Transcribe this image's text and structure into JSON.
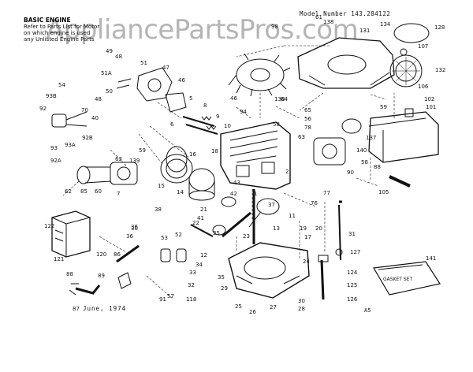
{
  "header": {
    "title": "BASIC ENGINE",
    "note_lines": [
      "Refer to Parts List for Motor",
      "on which engine is used",
      "any Unlisted Engine Parts"
    ],
    "model_number": "Model Number 143.284122",
    "watermark": "AppliancePartsPros.com"
  },
  "footer": {
    "date": "June, 1974",
    "code": "A5"
  },
  "gasket_set_label": "GASKET SET",
  "callouts": [
    {
      "label": "61"
    },
    {
      "label": "138"
    },
    {
      "label": "134"
    },
    {
      "label": "131"
    },
    {
      "label": "128"
    },
    {
      "label": "98"
    },
    {
      "label": "107"
    },
    {
      "label": "132"
    },
    {
      "label": "106"
    },
    {
      "label": "49"
    },
    {
      "label": "48"
    },
    {
      "label": "51"
    },
    {
      "label": "47"
    },
    {
      "label": "51A"
    },
    {
      "label": "50"
    },
    {
      "label": "46"
    },
    {
      "label": "54"
    },
    {
      "label": "93B"
    },
    {
      "label": "92"
    },
    {
      "label": "70"
    },
    {
      "label": "40"
    },
    {
      "label": "48"
    },
    {
      "label": "5"
    },
    {
      "label": "8"
    },
    {
      "label": "9"
    },
    {
      "label": "10"
    },
    {
      "label": "6"
    },
    {
      "label": "46"
    },
    {
      "label": "94"
    },
    {
      "label": "138"
    },
    {
      "label": "64"
    },
    {
      "label": "65"
    },
    {
      "label": "56"
    },
    {
      "label": "58"
    },
    {
      "label": "78"
    },
    {
      "label": "63"
    },
    {
      "label": "59"
    },
    {
      "label": "102"
    },
    {
      "label": "101"
    },
    {
      "label": "137"
    },
    {
      "label": "140"
    },
    {
      "label": "93"
    },
    {
      "label": "93A"
    },
    {
      "label": "92B"
    },
    {
      "label": "59"
    },
    {
      "label": "92A"
    },
    {
      "label": "139"
    },
    {
      "label": "18"
    },
    {
      "label": "16"
    },
    {
      "label": "58"
    },
    {
      "label": "90"
    },
    {
      "label": "88"
    },
    {
      "label": "105"
    },
    {
      "label": "62"
    },
    {
      "label": "85"
    },
    {
      "label": "60"
    },
    {
      "label": "63"
    },
    {
      "label": "7"
    },
    {
      "label": "15"
    },
    {
      "label": "14"
    },
    {
      "label": "2"
    },
    {
      "label": "43"
    },
    {
      "label": "42"
    },
    {
      "label": "1"
    },
    {
      "label": "77"
    },
    {
      "label": "37"
    },
    {
      "label": "76"
    },
    {
      "label": "11"
    },
    {
      "label": "38"
    },
    {
      "label": "21"
    },
    {
      "label": "41"
    },
    {
      "label": "36"
    },
    {
      "label": "122"
    },
    {
      "label": "30"
    },
    {
      "label": "36"
    },
    {
      "label": "35"
    },
    {
      "label": "13"
    },
    {
      "label": "19"
    },
    {
      "label": "20"
    },
    {
      "label": "31"
    },
    {
      "label": "22"
    },
    {
      "label": "17"
    },
    {
      "label": "23"
    },
    {
      "label": "86"
    },
    {
      "label": "53"
    },
    {
      "label": "52"
    },
    {
      "label": "12"
    },
    {
      "label": "120"
    },
    {
      "label": "121"
    },
    {
      "label": "127"
    },
    {
      "label": "24"
    },
    {
      "label": "141"
    },
    {
      "label": "34"
    },
    {
      "label": "33"
    },
    {
      "label": "124"
    },
    {
      "label": "88"
    },
    {
      "label": "89"
    },
    {
      "label": "35"
    },
    {
      "label": "57"
    },
    {
      "label": "125"
    },
    {
      "label": "32"
    },
    {
      "label": "29"
    },
    {
      "label": "126"
    },
    {
      "label": "118"
    },
    {
      "label": "30"
    },
    {
      "label": "87"
    },
    {
      "label": "91"
    },
    {
      "label": "25"
    },
    {
      "label": "26"
    },
    {
      "label": "27"
    },
    {
      "label": "28"
    }
  ]
}
